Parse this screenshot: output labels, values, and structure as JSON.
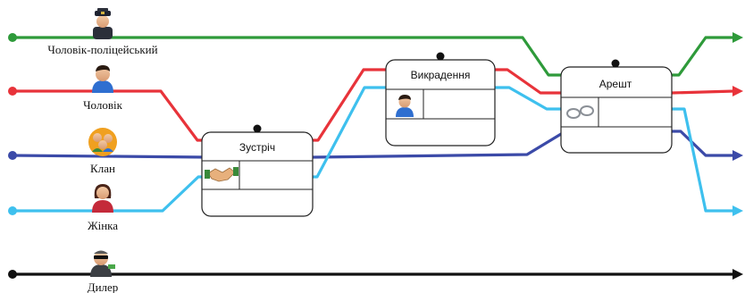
{
  "actors": [
    {
      "id": "policeman",
      "label": "Чоловік-поліцейський",
      "color": "#2e9a3a",
      "icon": "policeman-icon"
    },
    {
      "id": "man",
      "label": "Чоловік",
      "color": "#e8333a",
      "icon": "man-icon"
    },
    {
      "id": "clan",
      "label": "Клан",
      "color": "#3b4aa8",
      "icon": "clan-icon"
    },
    {
      "id": "woman",
      "label": "Жінка",
      "color": "#3ec0ee",
      "icon": "woman-icon"
    },
    {
      "id": "dealer",
      "label": "Дилер",
      "color": "#111111",
      "icon": "dealer-icon"
    }
  ],
  "events": [
    {
      "id": "meeting",
      "title": "Зустріч",
      "icon": "handshake-icon"
    },
    {
      "id": "kidnapping",
      "title": "Викрадення",
      "icon": "man-icon"
    },
    {
      "id": "arrest",
      "title": "Арешт",
      "icon": "handcuffs-icon"
    }
  ]
}
